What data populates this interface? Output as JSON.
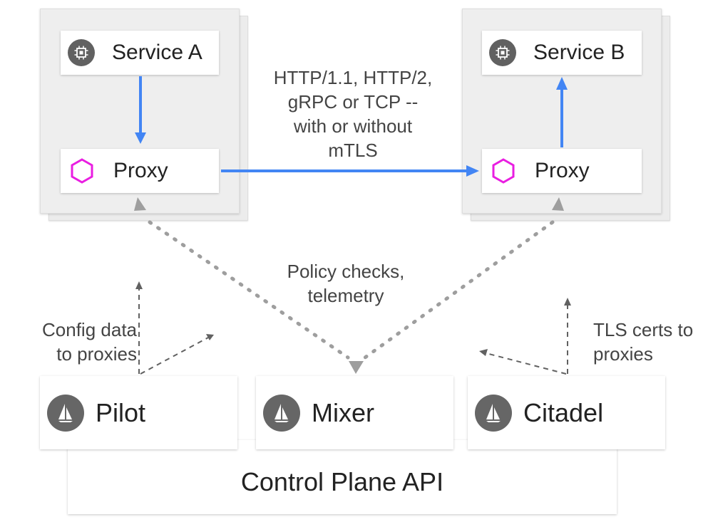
{
  "pods": {
    "a": {
      "service_label": "Service A",
      "proxy_label": "Proxy"
    },
    "b": {
      "service_label": "Service B",
      "proxy_label": "Proxy"
    }
  },
  "notes": {
    "traffic": [
      "HTTP/1.1, HTTP/2,",
      "gRPC or TCP --",
      "with or without",
      "mTLS"
    ],
    "policy": [
      "Policy checks,",
      "telemetry"
    ],
    "config": [
      "Config data",
      "to proxies"
    ],
    "tls": [
      "TLS certs to",
      "proxies"
    ]
  },
  "control_plane": {
    "api_label": "Control Plane API",
    "components": [
      "Pilot",
      "Mixer",
      "Citadel"
    ]
  },
  "colors": {
    "flow_arrow": "#4285f4",
    "dotted_arrow": "#9e9e9e",
    "dashed_arrow": "#616161",
    "proxy_hex": "#e91ee1",
    "icon_bg": "#616161"
  }
}
